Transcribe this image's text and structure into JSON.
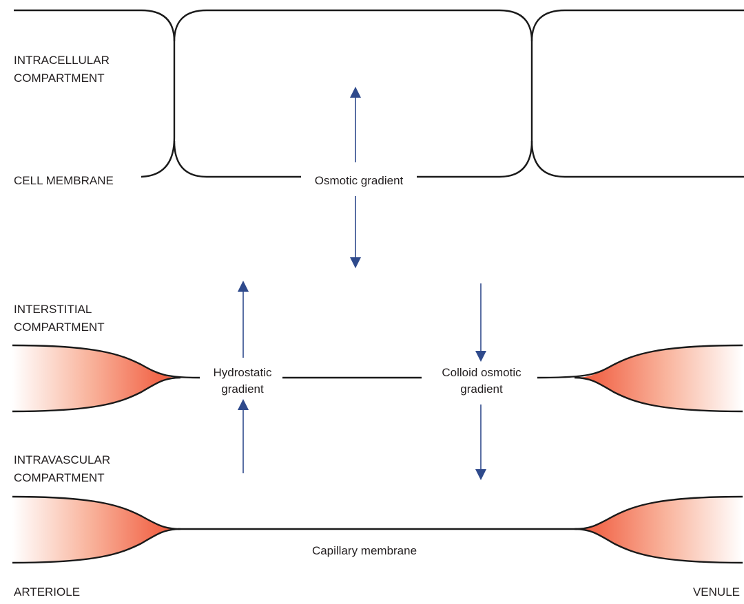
{
  "labels": {
    "intracellular_line1": "INTRACELLULAR",
    "intracellular_line2": "COMPARTMENT",
    "cell_membrane": "CELL MEMBRANE",
    "osmotic_gradient": "Osmotic gradient",
    "interstitial_line1": "INTERSTITIAL",
    "interstitial_line2": "COMPARTMENT",
    "hydrostatic_line1": "Hydrostatic",
    "hydrostatic_line2": "gradient",
    "colloid_line1": "Colloid osmotic",
    "colloid_line2": "gradient",
    "intravascular_line1": "INTRAVASCULAR",
    "intravascular_line2": "COMPARTMENT",
    "capillary_membrane": "Capillary membrane",
    "arteriole": "ARTERIOLE",
    "venule": "VENULE"
  },
  "colors": {
    "arrow": "#2f4a8c",
    "vessel_red": "#f26b4f",
    "outline": "#1a1a1a"
  }
}
